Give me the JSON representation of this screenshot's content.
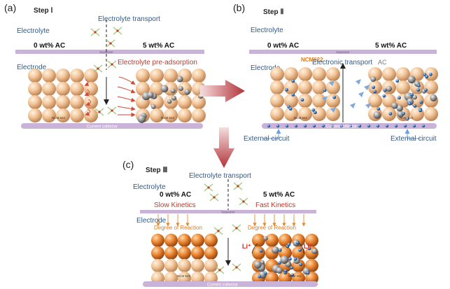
{
  "panels": [
    {
      "letter": "(a)",
      "step": "Step Ⅰ",
      "electrolyte": "Electrolyte",
      "electrode": "Electrode",
      "left_label": "0 wt% AC",
      "right_label": "5 wt% AC",
      "separator": "Separator",
      "collector": "Current collector",
      "transport": "Electrolyte transport",
      "preadsorption": "Electrolyte pre-adsorption",
      "particle_labels": [
        "NCM 622",
        "NCM 622"
      ]
    },
    {
      "letter": "(b)",
      "step": "Step Ⅱ",
      "electrolyte": "Electrolyte",
      "electrode": "Electrode",
      "left_label": "0 wt% AC",
      "right_label": "5 wt% AC",
      "separator": "Separator",
      "collector": "Current collector",
      "ncm": "NCM622",
      "ac": "AC",
      "electronic": "Electronic transport",
      "external_left": "External circuit",
      "external_right": "External circuit",
      "particle_labels": [
        "NCM 622",
        "NCM 622"
      ]
    },
    {
      "letter": "(c)",
      "step": "Step Ⅲ",
      "electrolyte": "Electrolyte",
      "electrode": "Electrode",
      "left_label": "0 wt% AC",
      "right_label": "5 wt% AC",
      "separator": "Separator",
      "collector": "Current collector",
      "transport": "Electrolyte transport",
      "slow": "Slow Kinetics",
      "fast": "Fast Kinetics",
      "degree_left": "Degree of Reaction",
      "degree_right": "Degree of Reaction",
      "li_left": "Li⁺",
      "li_right": "Li⁺",
      "particle_labels": [
        "NCM 622",
        "NCM 622"
      ]
    }
  ],
  "colors": {
    "bar": "#c9b3d8",
    "blue_text": "#2f5b8c",
    "red_text": "#c0392b",
    "orange_text": "#e07b1a",
    "arrow_red": "#c0504d"
  }
}
